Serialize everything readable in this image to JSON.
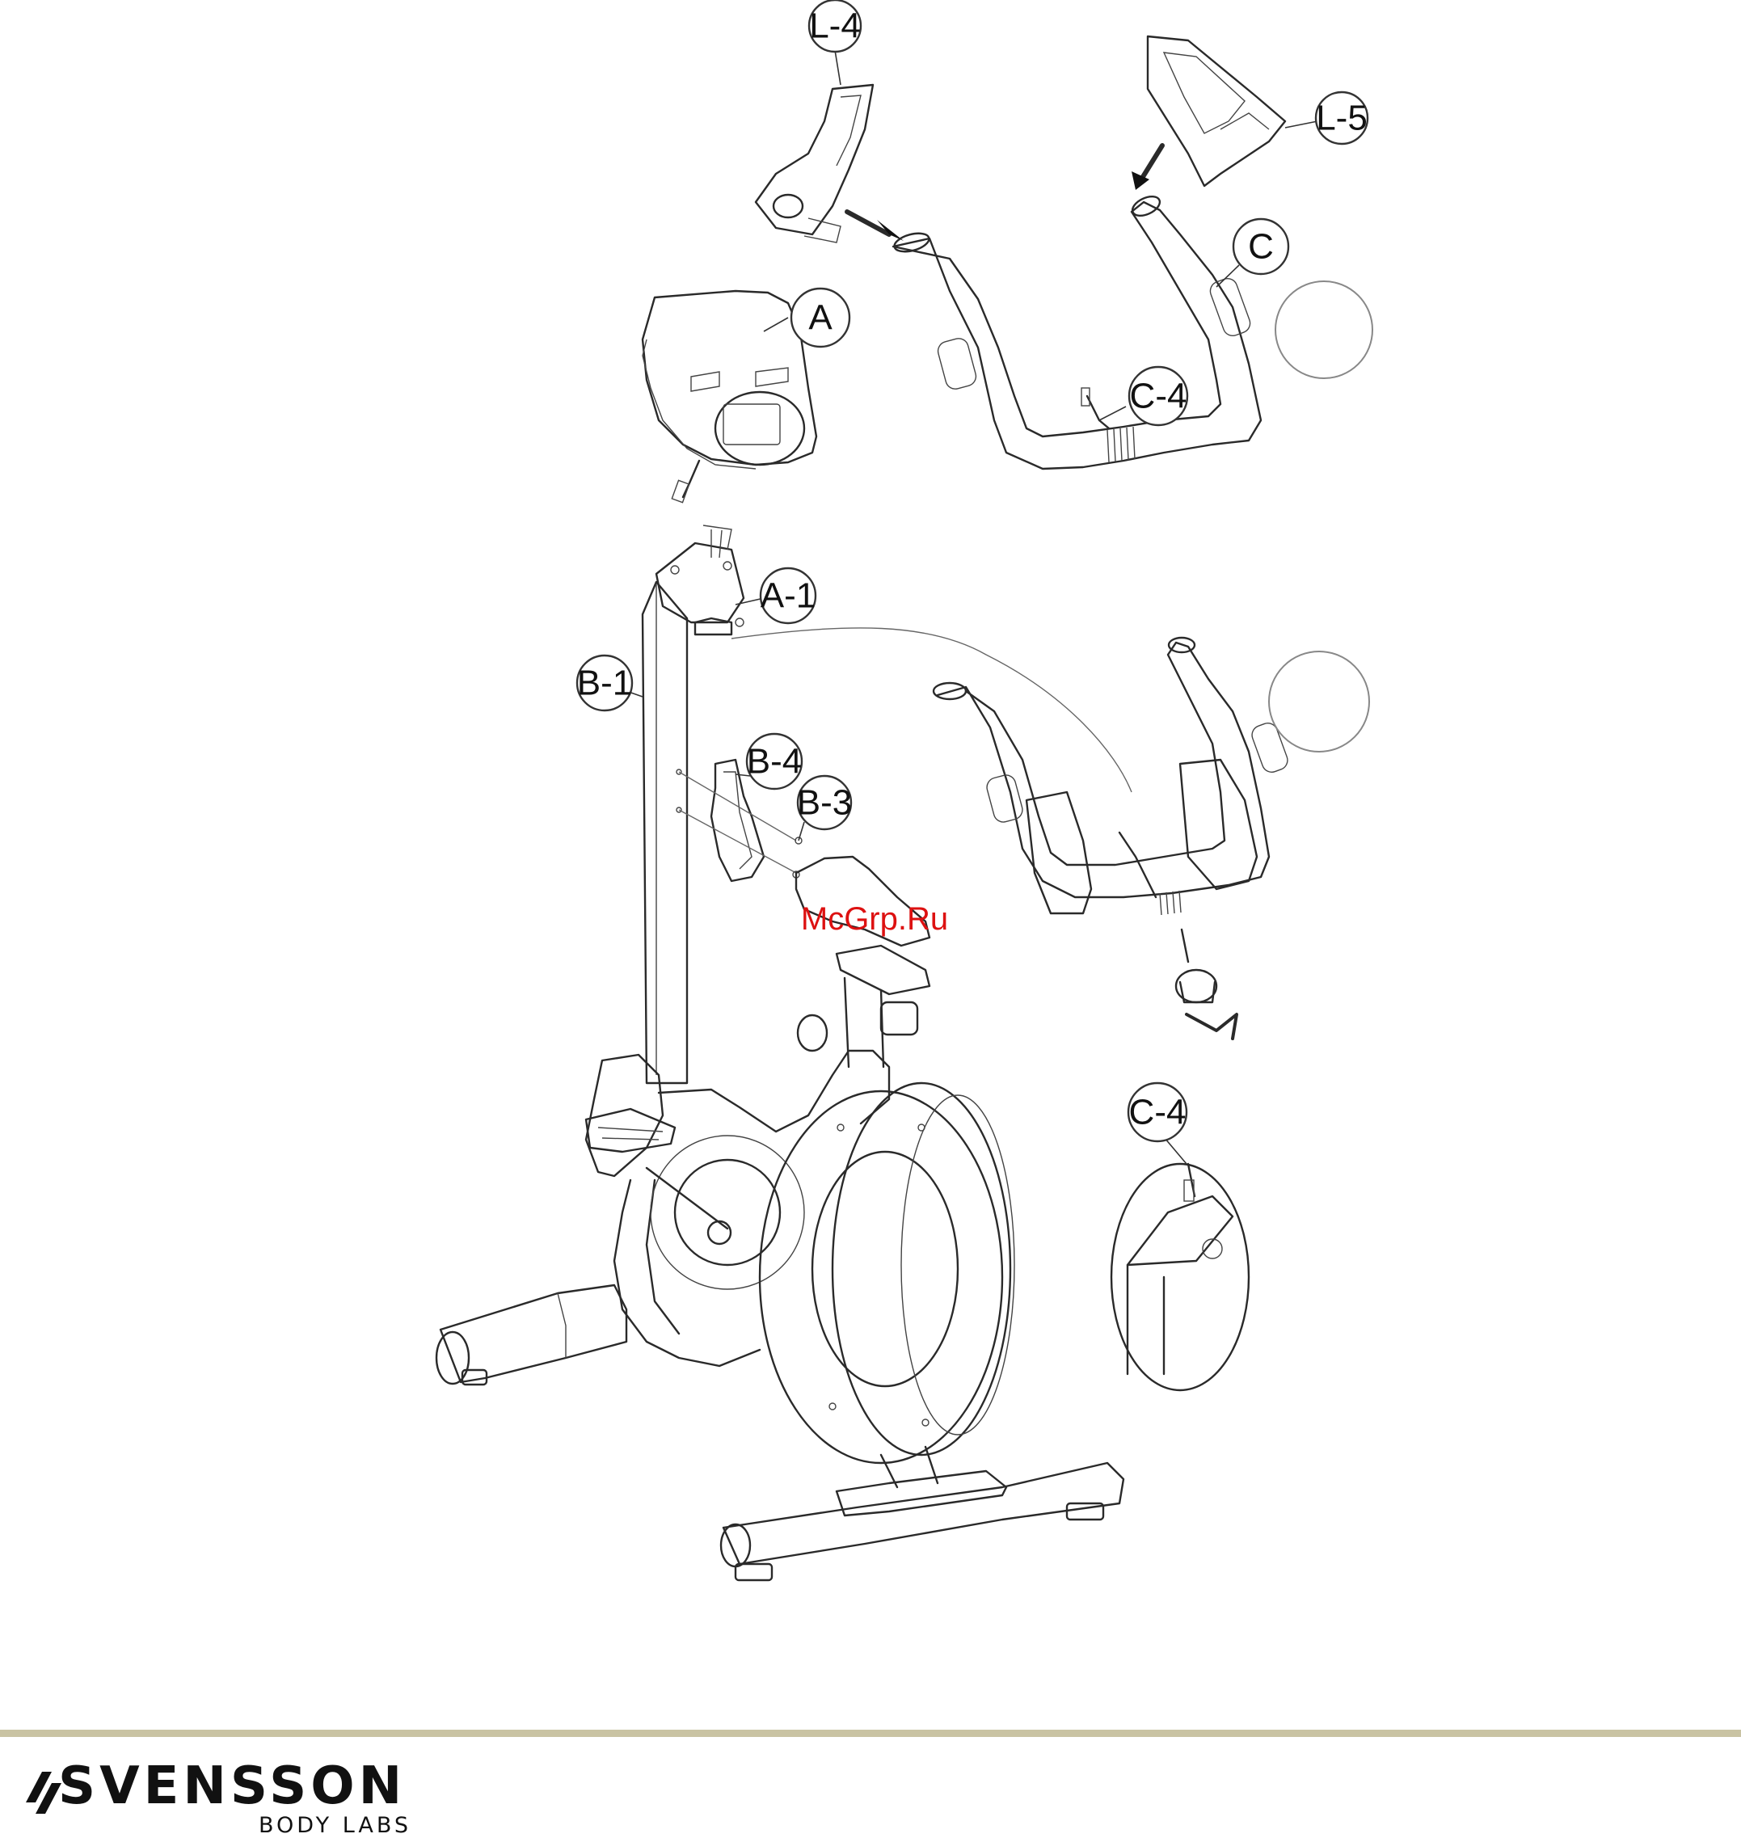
{
  "diagram": {
    "callouts": {
      "l4": "L-4",
      "l5": "L-5",
      "a": "A",
      "c": "C",
      "c4_top": "C-4",
      "a1": "A-1",
      "b1": "B-1",
      "b4": "B-4",
      "b3": "B-3",
      "c4_detail": "C-4"
    },
    "watermark": "McGrp.Ru"
  },
  "footer": {
    "brand_name": "SVENSSON",
    "brand_sub": "BODY LABS",
    "rule_color": "#c9c3a3"
  },
  "colors": {
    "line": "#2a2a2a",
    "watermark": "#dd1111"
  }
}
